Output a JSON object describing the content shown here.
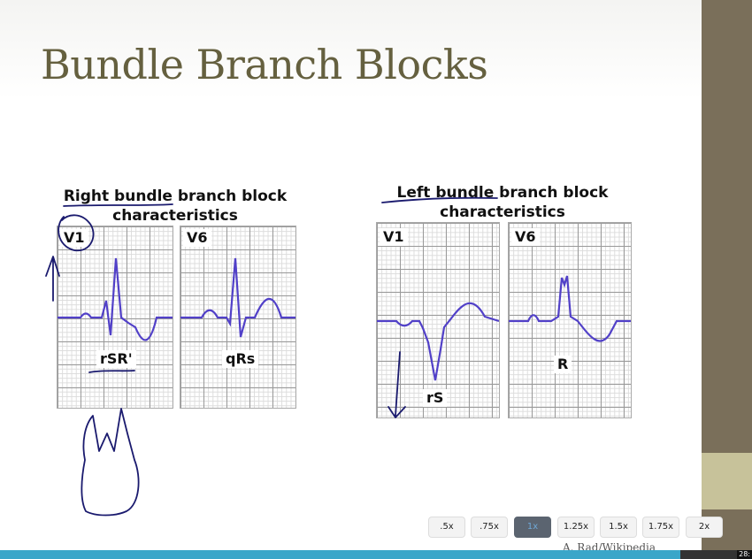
{
  "slide": {
    "title": "Bundle Branch Blocks",
    "credit": "A. Rad/Wikipedia",
    "right_block": {
      "title_line1": "Right bundle branch block",
      "title_line2": "characteristics",
      "leads": [
        {
          "lead": "V1",
          "pattern": "rSR'"
        },
        {
          "lead": "V6",
          "pattern": "qRs"
        }
      ]
    },
    "left_block": {
      "title_line1": "Left bundle branch block",
      "title_line2": "characteristics",
      "leads": [
        {
          "lead": "V1",
          "pattern": "rS"
        },
        {
          "lead": "V6",
          "pattern": "R"
        }
      ]
    }
  },
  "player": {
    "speeds": [
      ".5x",
      ".75x",
      "1x",
      "1.25x",
      "1.5x",
      "1.75x",
      "2x"
    ],
    "active_speed": "1x",
    "progress": 0.905,
    "time": "28:"
  },
  "colors": {
    "title": "#65603f",
    "ecg_trace": "#5140c8",
    "ink": "#1a1a6e",
    "side_band": "#7a6f5a",
    "side_band_light": "#c7c29a",
    "progress_fill": "#3aa6c9",
    "active_speed_bg": "#5b6470"
  }
}
